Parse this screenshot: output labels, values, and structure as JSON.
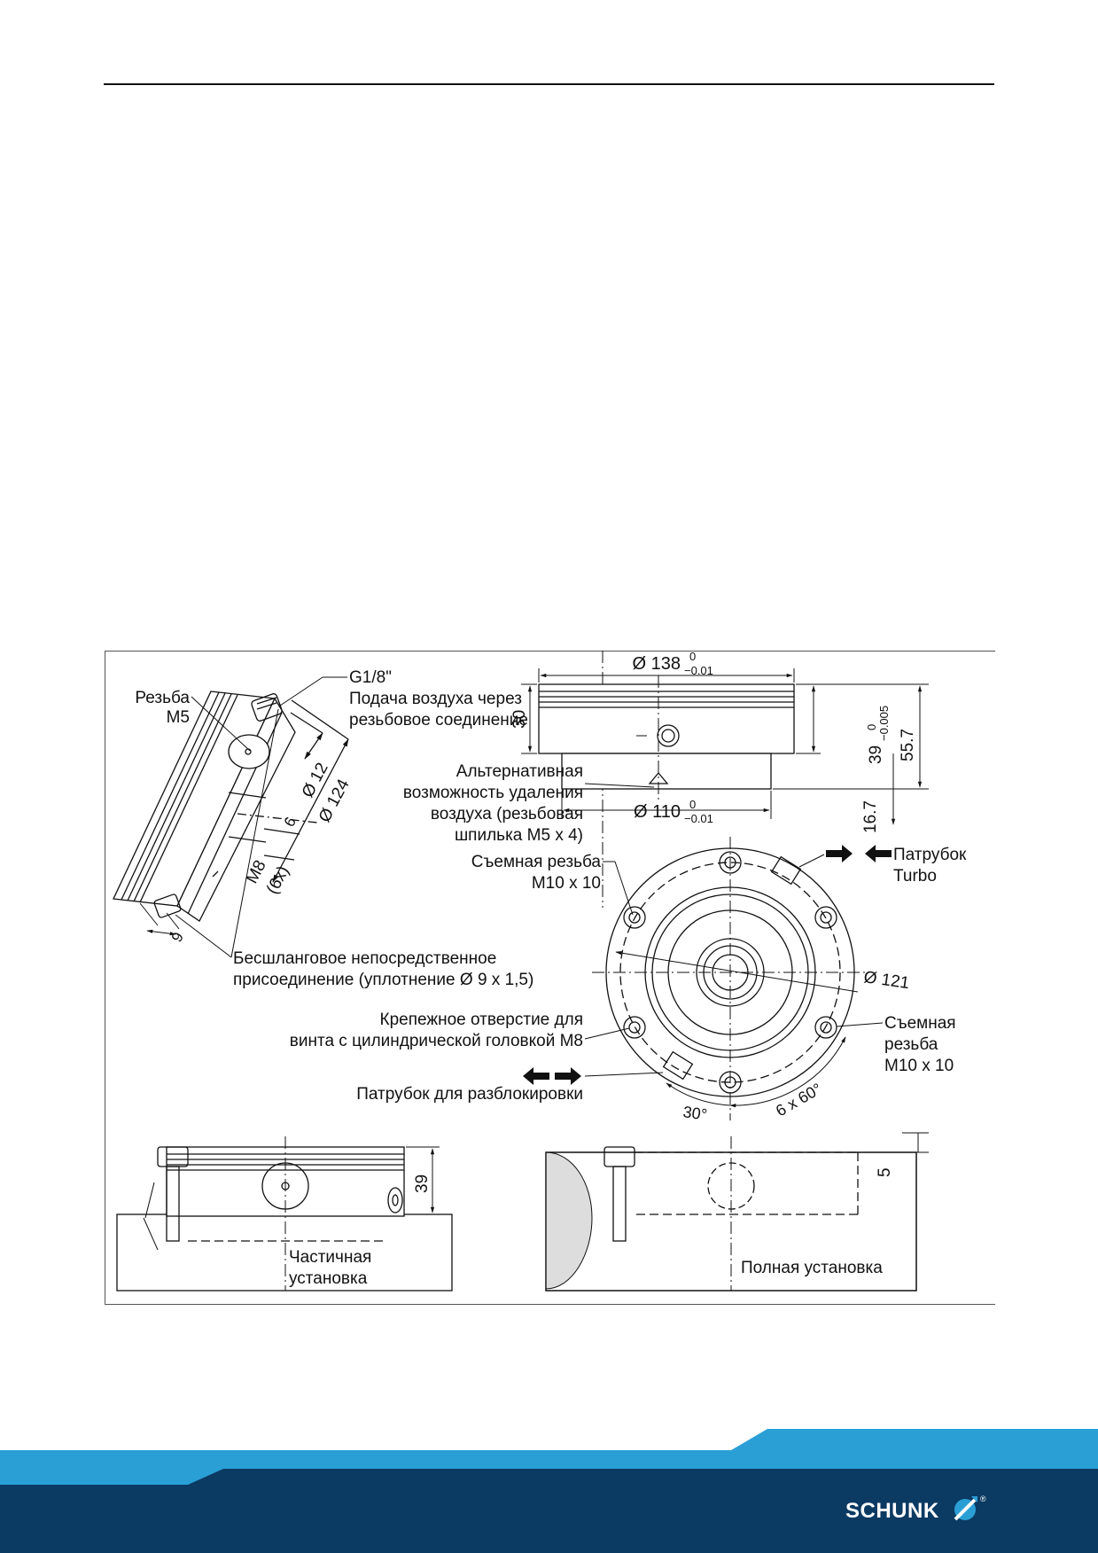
{
  "labels": {
    "thread_m5_l1": "Резьба",
    "thread_m5_l2": "M5",
    "g18": "G1/8\"",
    "air_supply_l1": "Подача воздуха через",
    "air_supply_l2": "резьбовое соединение",
    "alt_l1": "Альтернативная",
    "alt_l2": "возможность удаления",
    "alt_l3": "воздуха (резьбовая",
    "alt_l4": "шпилька M5 x 4)",
    "rem_left_l1": "Съемная резьба",
    "rem_left_l2": "M10 x 10",
    "turbo_l1": "Патрубок",
    "turbo_l2": "Turbo",
    "hoseless_l1": "Бесшланговое непосредственное",
    "hoseless_l2": "присоединение (уплотнение Ø 9 x 1,5)",
    "mount_l1": "Крепежное отверстие для",
    "mount_l2": "винта с цилиндрической головкой M8",
    "rem_right_l1": "Съемная",
    "rem_right_l2": "резьба",
    "rem_right_l3": "M10 x 10",
    "unlock": "Патрубок для разблокировки",
    "partial_l1": "Частичная",
    "partial_l2": "установка",
    "full": "Полная установка"
  },
  "dimensions": {
    "d138": "Ø 138",
    "d138_tol_upper": "0",
    "d138_tol_lower": "−0.01",
    "d110": "Ø 110",
    "d110_tol_upper": "0",
    "d110_tol_lower": "−0.01",
    "h30": "30",
    "h39": "39",
    "h39_tol_upper": "0",
    "h39_tol_lower": "−0.005",
    "h55_7": "55.7",
    "h16_7": "16.7",
    "d12": "Ø 12",
    "d124": "Ø 124",
    "v6": "6",
    "m8": "M8",
    "x6": "(6x)",
    "v9": "9",
    "d121": "Ø 121",
    "a30": "30°",
    "a6x60": "6 x 60°",
    "h39_bottom": "39",
    "h5": "5"
  },
  "brand": {
    "name": "SCHUNK",
    "registered": "®",
    "colors": {
      "light_blue": "#2a9fd6",
      "dark_blue": "#0b3a62"
    }
  }
}
